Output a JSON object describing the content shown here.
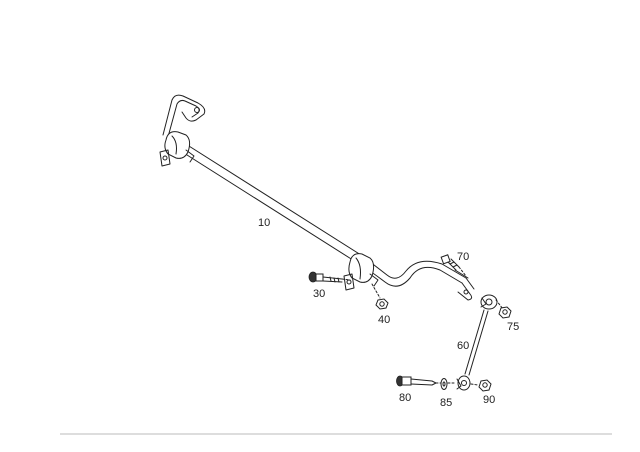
{
  "diagram": {
    "callouts": {
      "stabilizer_bar": "10",
      "bolt_30": "30",
      "bushing_40": "40",
      "link_60": "60",
      "bolt_70": "70",
      "nut_75": "75",
      "bolt_80": "80",
      "washer_85": "85",
      "nut_90": "90"
    }
  }
}
